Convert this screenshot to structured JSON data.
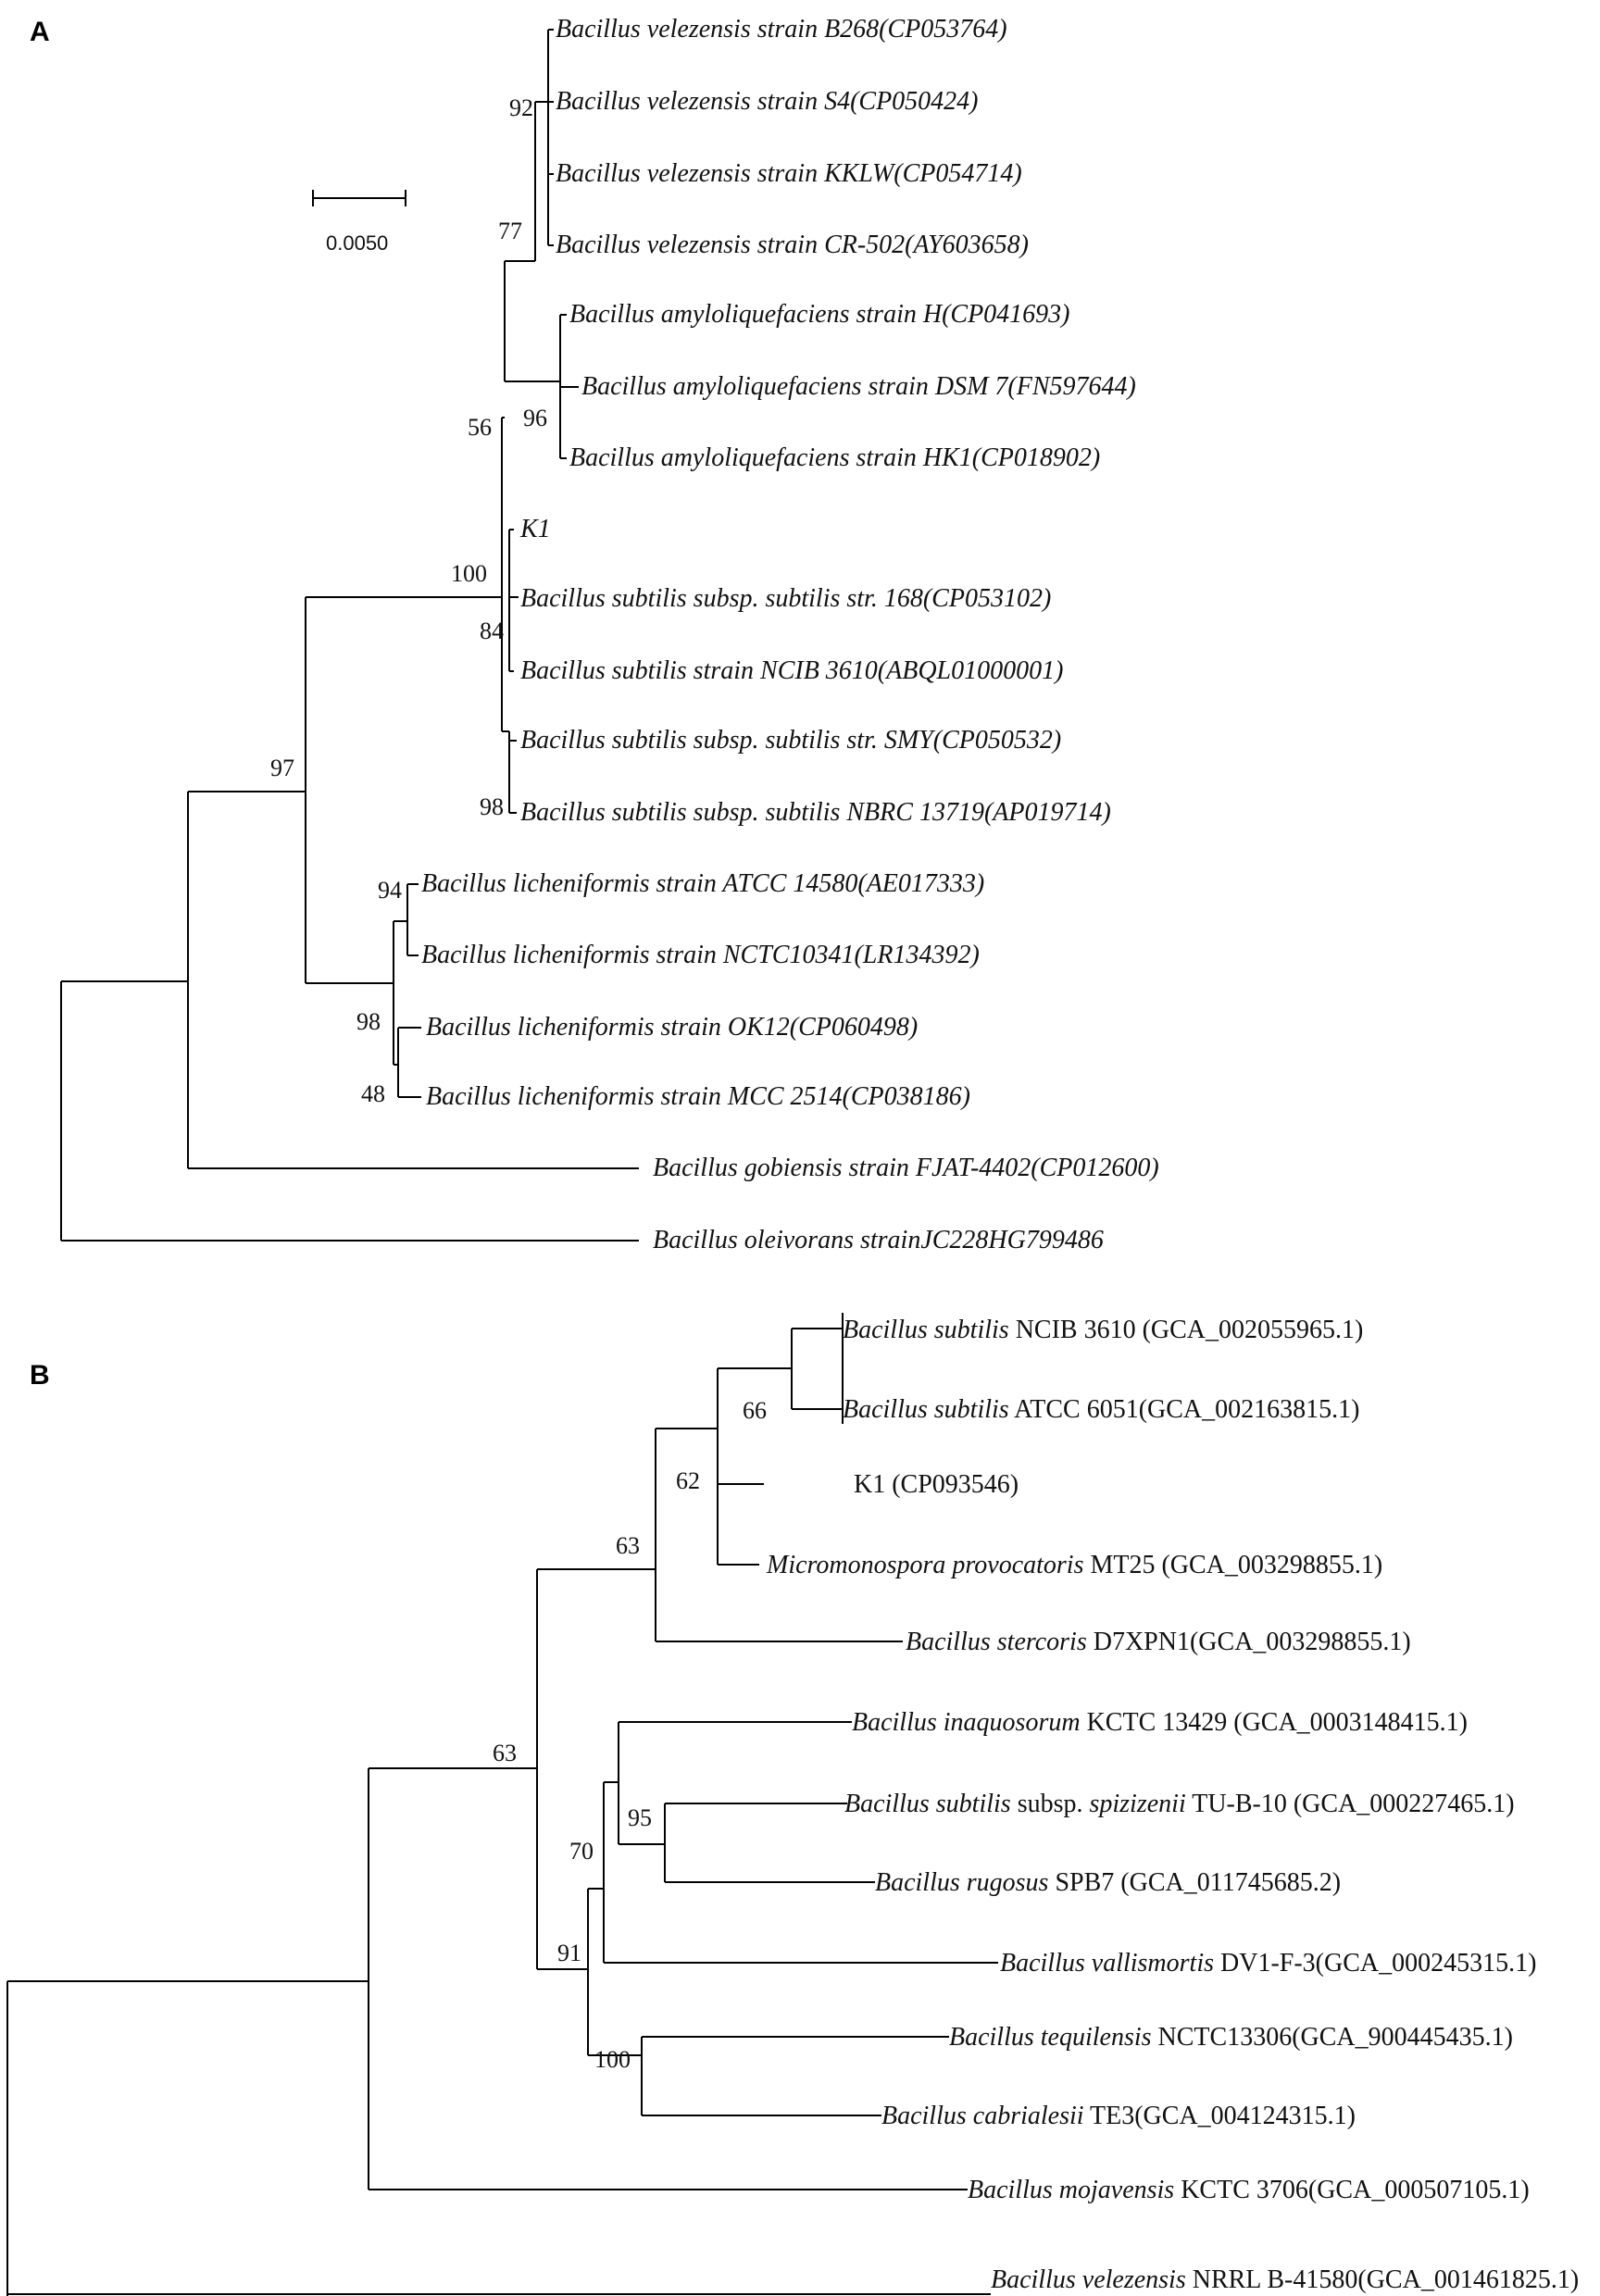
{
  "panel_a": {
    "label": "A",
    "scale_label": "0.0050",
    "leaves": [
      "Bacillus velezensis strain B268(CP053764)",
      "Bacillus velezensis strain S4(CP050424)",
      "Bacillus velezensis strain KKLW(CP054714)",
      "Bacillus velezensis strain CR-502(AY603658)",
      "Bacillus amyloliquefaciens strain H(CP041693)",
      "Bacillus amyloliquefaciens strain DSM 7(FN597644)",
      "Bacillus amyloliquefaciens strain HK1(CP018902)",
      "K1",
      "Bacillus subtilis subsp. subtilis str. 168(CP053102)",
      "Bacillus subtilis strain NCIB 3610(ABQL01000001)",
      "Bacillus subtilis subsp. subtilis str. SMY(CP050532)",
      "Bacillus subtilis subsp. subtilis NBRC 13719(AP019714)",
      "Bacillus licheniformis strain ATCC 14580(AE017333)",
      "Bacillus licheniformis strain NCTC10341(LR134392)",
      "Bacillus licheniformis strain OK12(CP060498)",
      "Bacillus licheniformis strain MCC 2514(CP038186)",
      "Bacillus gobiensis strain FJAT-4402(CP012600)",
      "Bacillus oleivorans strainJC228HG799486"
    ],
    "bootstrap": [
      "92",
      "77",
      "96",
      "56",
      "100",
      "84",
      "98",
      "97",
      "94",
      "98",
      "48"
    ]
  },
  "panel_b": {
    "label": "B",
    "leaves": [
      {
        "italic": "Bacillus subtilis",
        "plain": " NCIB 3610 (GCA_002055965.1)"
      },
      {
        "italic": "Bacillus subtilis",
        "plain": " ATCC 6051(GCA_002163815.1)"
      },
      {
        "italic": "",
        "plain": "K1 (CP093546)"
      },
      {
        "italic": "Micromonospora provocatoris",
        "plain": " MT25 (GCA_003298855.1)"
      },
      {
        "italic": "Bacillus stercoris",
        "plain": " D7XPN1(GCA_003298855.1)"
      },
      {
        "italic": "Bacillus inaquosorum",
        "plain": " KCTC 13429 (GCA_0003148415.1)"
      },
      {
        "italic": "Bacillus subtilis",
        "plain": " subsp. ",
        "italic2": "spizizenii",
        "plain2": " TU-B-10 (GCA_000227465.1)"
      },
      {
        "italic": "Bacillus rugosus",
        "plain": " SPB7 (GCA_011745685.2)"
      },
      {
        "italic": "Bacillus vallismortis",
        "plain": " DV1-F-3(GCA_000245315.1)"
      },
      {
        "italic": "Bacillus tequilensis",
        "plain": " NCTC13306(GCA_900445435.1)"
      },
      {
        "italic": "Bacillus cabrialesii",
        "plain": " TE3(GCA_004124315.1)"
      },
      {
        "italic": "Bacillus mojavensis",
        "plain": " KCTC 3706(GCA_000507105.1)"
      },
      {
        "italic": "Bacillus velezensis",
        "plain": " NRRL B-41580(GCA_001461825.1)"
      }
    ],
    "bootstrap": [
      "66",
      "62",
      "63",
      "63",
      "95",
      "70",
      "91",
      "100"
    ]
  }
}
